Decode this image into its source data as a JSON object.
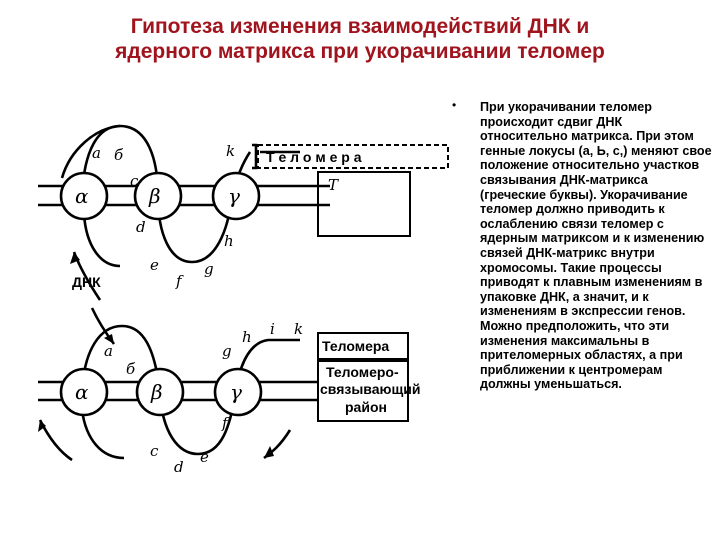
{
  "slide": {
    "title_line1": "Гипотеза изменения взаимодействий ДНК и",
    "title_line2": "ядерного матрикса при укорачивании теломер",
    "bullet": "•",
    "body": "При укорачивании теломер происходит сдвиг ДНК относительно матрикса. При этом генные локусы (a, Ь, c,) меняют свое положение относительно участков связывания ДНК-матрикса (греческие буквы). Укорачивание теломер должно приводить к ослаблению связи теломер с ядерным матриксом и к изменению связей ДНК-матрикс внутри хромосомы. Такие процессы приводят к плавным изменениям в упаковке ДНК, а значит, и к изменениям в экспрессии генов. Можно предположить, что эти изменения максимальны в прителомерных областях, а при приближении к центромерам должны уменьшаться."
  },
  "diagram": {
    "dna_label": "ДНК",
    "top": {
      "telomere_label": "Т е л о м е р а",
      "t_label": "T",
      "greek": [
        "α",
        "β",
        "γ"
      ],
      "letters": [
        "a",
        "б",
        "c",
        "d",
        "e",
        "f",
        "g",
        "h",
        "k"
      ]
    },
    "bottom": {
      "telomere_label": "Теломера",
      "binding_line1": "Теломеро-",
      "binding_line2": "связывающий",
      "binding_line3": "район",
      "greek": [
        "α",
        "β",
        "γ"
      ],
      "letters": [
        "a",
        "б",
        "c",
        "d",
        "e",
        "f",
        "g",
        "h",
        "i",
        "k"
      ]
    }
  }
}
